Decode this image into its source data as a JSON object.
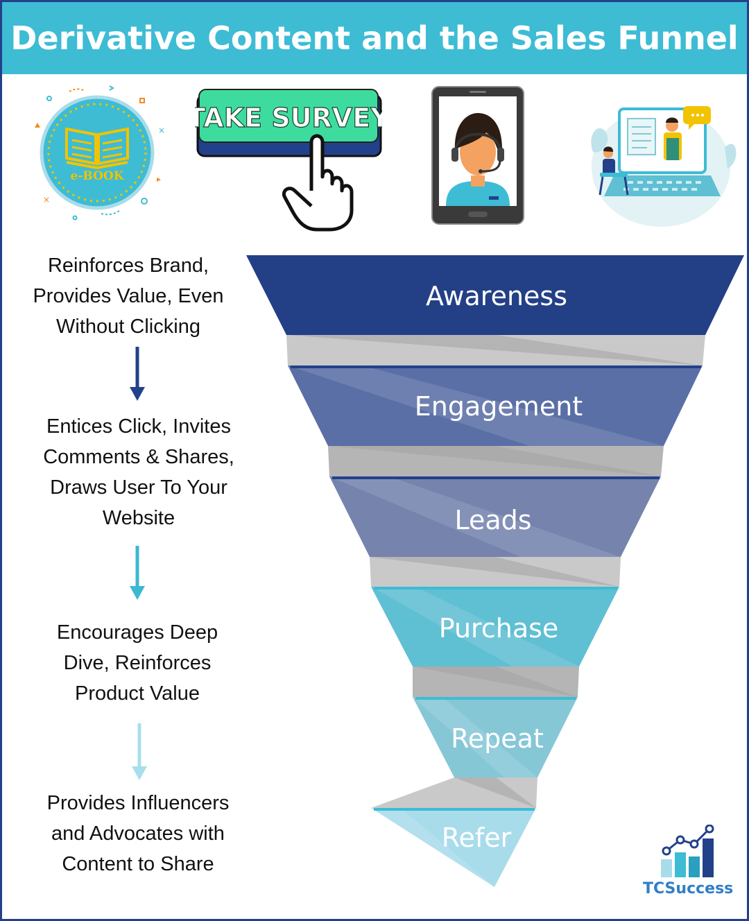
{
  "header": {
    "title": "Derivative Content and the Sales Funnel"
  },
  "icons": {
    "ebook": {
      "label": "e-BOOK",
      "icon": "ebook-badge-icon"
    },
    "survey": {
      "label": "TAKE SURVEY",
      "icon": "pointing-hand-icon"
    },
    "support": {
      "icon": "support-agent-phone-icon"
    },
    "webinar": {
      "icon": "online-presentation-icon"
    }
  },
  "steps": [
    {
      "text": "Reinforces Brand, Provides Value, Even Without Clicking"
    },
    {
      "text": "Entices Click, Invites Comments & Shares, Draws User To Your Website"
    },
    {
      "text": "Encourages Deep Dive, Reinforces Product Value"
    },
    {
      "text": "Provides Influencers and Advocates with Content to Share"
    }
  ],
  "arrows": [
    {
      "color": "#22418a"
    },
    {
      "color": "#3cb8d2"
    },
    {
      "color": "#a8dfec"
    }
  ],
  "funnel": {
    "stages": [
      {
        "label": "Awareness",
        "color": "#233f86"
      },
      {
        "label": "Engagement",
        "color": "#5a6fa6"
      },
      {
        "label": "Leads",
        "color": "#7583ad"
      },
      {
        "label": "Purchase",
        "color": "#5fbfd3"
      },
      {
        "label": "Repeat",
        "color": "#86c7d6"
      },
      {
        "label": "Refer",
        "color": "#a9dcea"
      }
    ]
  },
  "logo": {
    "text": "TCSuccess"
  }
}
